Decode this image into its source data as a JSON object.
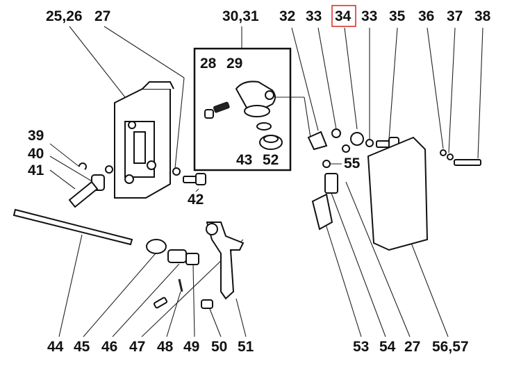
{
  "labels": {
    "l25_26": "25,26",
    "l27_top": "27",
    "l30_31": "30,31",
    "l32": "32",
    "l33a": "33",
    "l34": "34",
    "l33b": "33",
    "l35": "35",
    "l36": "36",
    "l37": "37",
    "l38": "38",
    "l28": "28",
    "l29": "29",
    "l39": "39",
    "l40": "40",
    "l41": "41",
    "l42": "42",
    "l43": "43",
    "l52": "52",
    "l55": "55",
    "l44": "44",
    "l45": "45",
    "l46": "46",
    "l47": "47",
    "l48": "48",
    "l49": "49",
    "l50": "50",
    "l51": "51",
    "l53": "53",
    "l54": "54",
    "l27_bottom": "27",
    "l56_57": "56,57"
  },
  "highlight": {
    "label": "34",
    "color": "#d9342b"
  }
}
